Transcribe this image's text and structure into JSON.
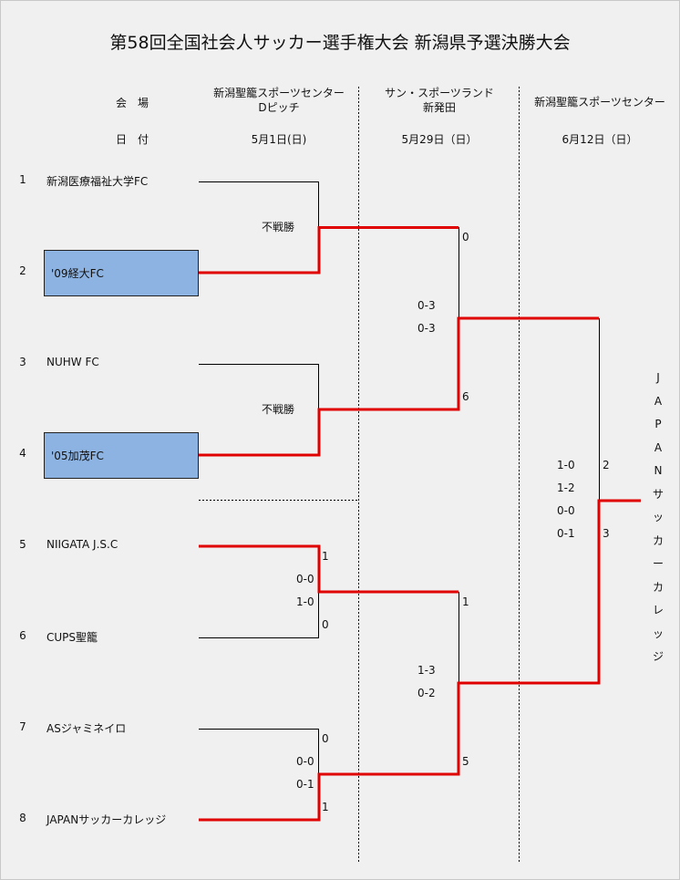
{
  "title": "第58回全国社会人サッカー選手権大会 新潟県予選決勝大会",
  "header": {
    "venue_label": "会　場",
    "date_label": "日　付",
    "round1_venue_line1": "新潟聖籠スポーツセンター",
    "round1_venue_line2": "Dピッチ",
    "round1_date": "5月1日(日)",
    "round2_venue_line1": "サン・スポーツランド",
    "round2_venue_line2": "新発田",
    "round2_date": "5月29日（日）",
    "final_venue": "新潟聖籠スポーツセンター",
    "final_date": "6月12日（日）"
  },
  "teams": [
    {
      "seed": "1",
      "name": "新潟医療福祉大学FC"
    },
    {
      "seed": "2",
      "name": "'09経大FC"
    },
    {
      "seed": "3",
      "name": "NUHW FC"
    },
    {
      "seed": "4",
      "name": "'05加茂FC"
    },
    {
      "seed": "5",
      "name": "NIIGATA J.S.C"
    },
    {
      "seed": "6",
      "name": "CUPS聖籠"
    },
    {
      "seed": "7",
      "name": "ASジャミネイロ"
    },
    {
      "seed": "8",
      "name": "JAPANサッカーカレッジ"
    }
  ],
  "round1": {
    "m1_note": "不戦勝",
    "m2_note": "不戦勝",
    "m3_score_top": "1",
    "m3_half1": "0-0",
    "m3_half2": "1-0",
    "m3_score_bottom": "0",
    "m4_score_top": "0",
    "m4_half1": "0-0",
    "m4_half2": "0-1",
    "m4_score_bottom": "1"
  },
  "round2": {
    "sf1_score_top": "0",
    "sf1_half1": "0-3",
    "sf1_half2": "0-3",
    "sf1_score_bottom": "6",
    "sf2_score_top": "1",
    "sf2_half1": "1-3",
    "sf2_half2": "0-2",
    "sf2_score_bottom": "5"
  },
  "final": {
    "half1": "1-0",
    "half2": "1-2",
    "et1": "0-0",
    "et2": "0-1",
    "score_top": "2",
    "score_bottom": "3",
    "champion_chars": [
      "J",
      "A",
      "P",
      "A",
      "N",
      "サ",
      "ッ",
      "カ",
      "ー",
      "カ",
      "レ",
      "ッ",
      "ジ"
    ]
  },
  "colors": {
    "win_line": "#e00000",
    "line": "#000000",
    "winner_box": "#8db3e2"
  }
}
